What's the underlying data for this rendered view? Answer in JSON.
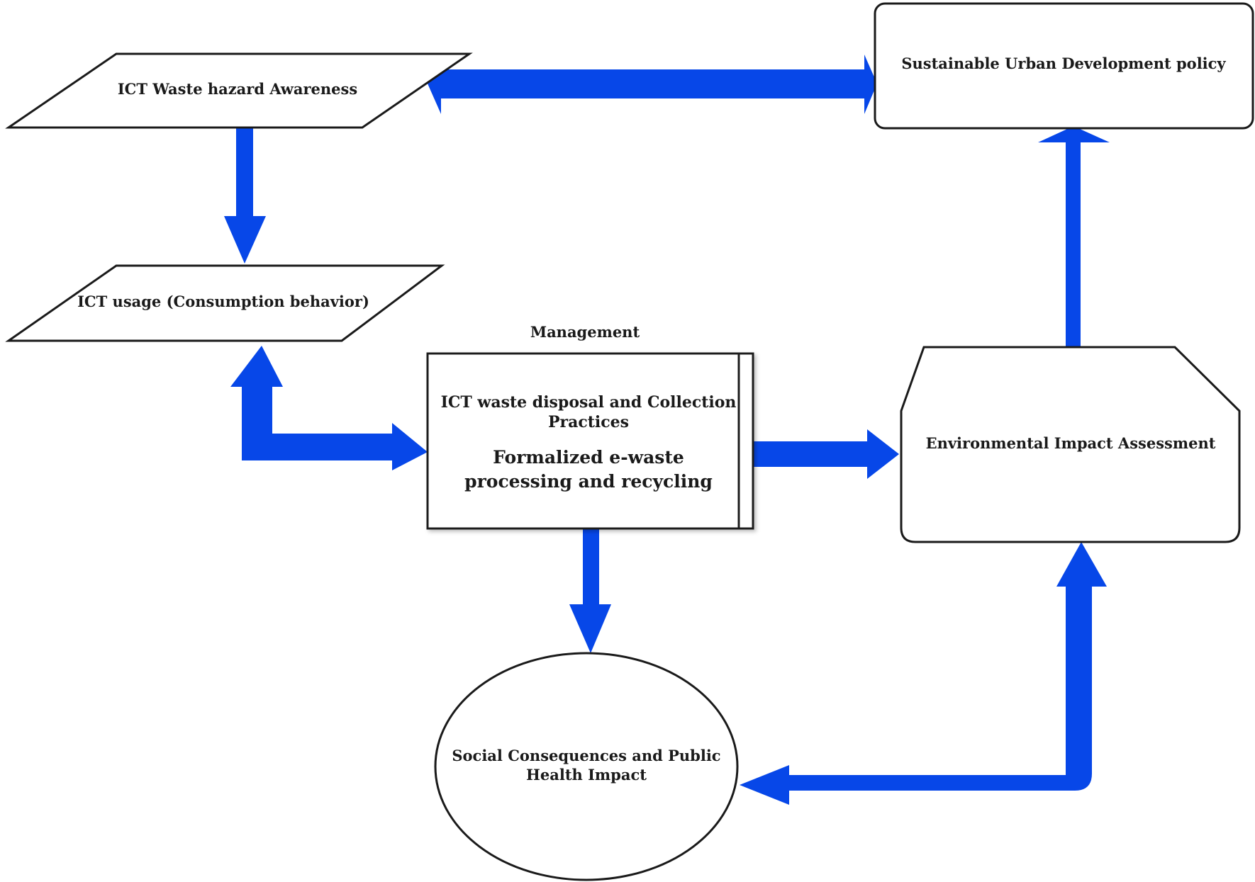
{
  "colors": {
    "arrow": "#0747e8",
    "stroke": "#1a1a1a",
    "fill": "#ffffff"
  },
  "nodes": {
    "awareness": {
      "label": "ICT Waste hazard Awareness"
    },
    "usage": {
      "label": "ICT usage (Consumption behavior)"
    },
    "management_caption": {
      "label": "Management"
    },
    "management": {
      "line1": "ICT waste disposal and Collection Practices",
      "line2": "Formalized e-waste processing and recycling"
    },
    "policy": {
      "label": "Sustainable Urban Development policy"
    },
    "environment": {
      "label": "Environmental Impact Assessment"
    },
    "social": {
      "label": "Social Consequences and Public Health Impact"
    }
  },
  "edges": [
    {
      "from": "awareness",
      "to": "policy",
      "direction": "bidirectional"
    },
    {
      "from": "awareness",
      "to": "usage",
      "direction": "forward"
    },
    {
      "from": "usage",
      "to": "management",
      "direction": "bidirectional"
    },
    {
      "from": "management",
      "to": "environment",
      "direction": "forward"
    },
    {
      "from": "management",
      "to": "social",
      "direction": "forward"
    },
    {
      "from": "environment",
      "to": "policy",
      "direction": "forward"
    },
    {
      "from": "social",
      "to": "environment",
      "direction": "bidirectional"
    }
  ]
}
